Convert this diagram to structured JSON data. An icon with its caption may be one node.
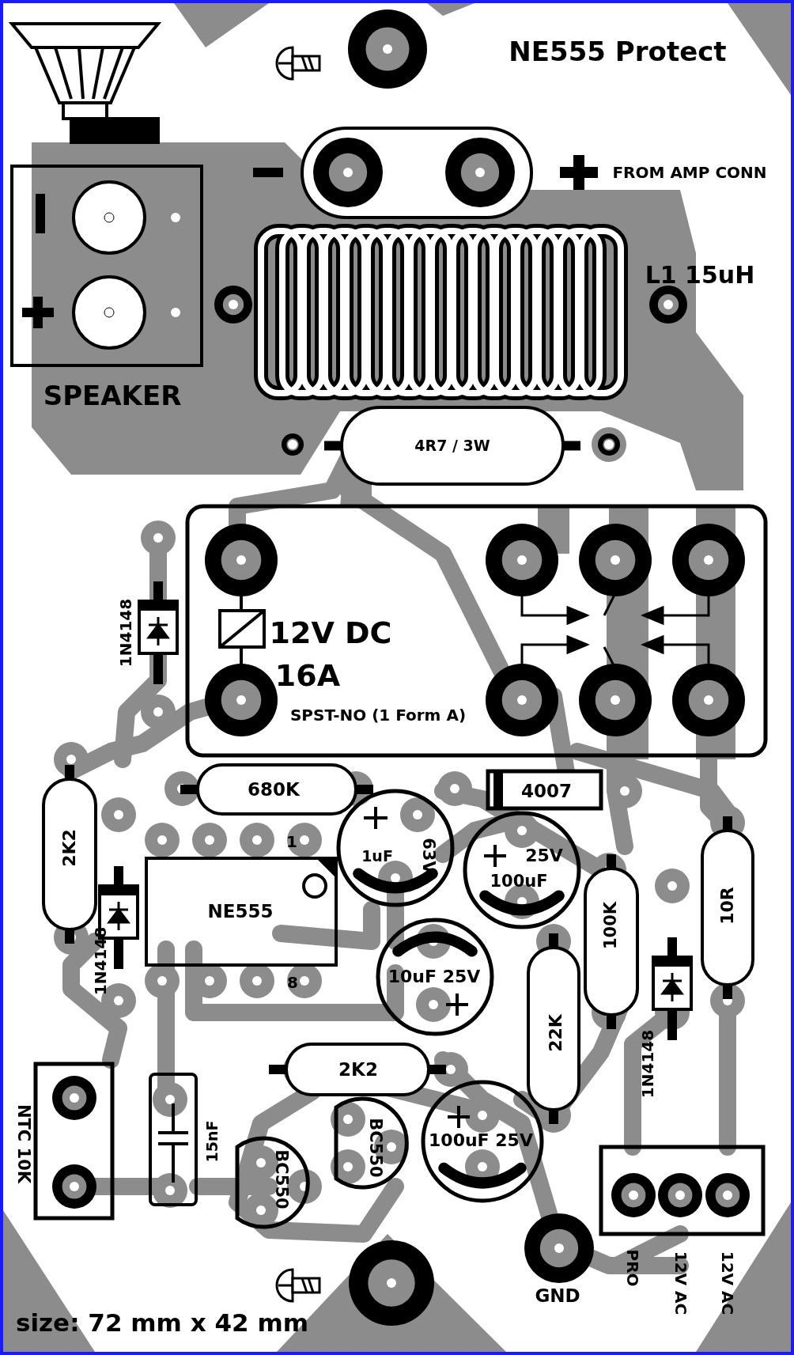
{
  "diagram": {
    "title": "NE555 Protect",
    "labels": [
      "FROM AMP CONN",
      "L1 15uH",
      "SPEAKER",
      "4R7 / 3W",
      "12V DC",
      "16A",
      "SPST-NO (1 Form A)",
      "1N4148",
      "680K",
      "4007",
      "2K2",
      "1",
      "1uF",
      "63V",
      "25V",
      "100uF",
      "NE555",
      "100K",
      "10R",
      "1N4148",
      "8",
      "10uF 25V",
      "22K",
      "1N4148",
      "2K2",
      "NTC 10K",
      "15nF",
      "BC550",
      "100uF 25V",
      "BC550",
      "GND",
      "PRO",
      "12V AC",
      "12V AC",
      "size: 72 mm x 42 mm"
    ]
  }
}
